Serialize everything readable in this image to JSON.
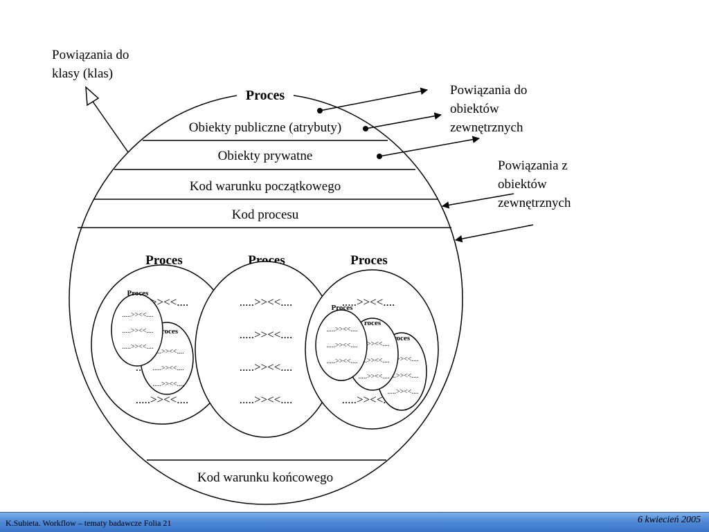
{
  "labels": {
    "class_link": [
      "Powiązania do",
      "klasy (klas)"
    ],
    "obj_link_top": [
      "Powiązania do",
      "obiektów",
      "zewnętrznych"
    ],
    "obj_link_bottom": [
      "Powiązania z",
      "obiektów",
      "zewnętrznych"
    ]
  },
  "process": {
    "title": "Proces",
    "sections": {
      "public": "Obiekty publiczne (atrybuty)",
      "private": "Obiekty prywatne",
      "start_condition": "Kod warunku początkowego",
      "body": "Kod procesu",
      "end_condition": "Kod warunku końcowego"
    }
  },
  "subprocesses": {
    "titles": [
      "Proces",
      "Proces",
      "Proces"
    ],
    "row_text": ".....>><<....",
    "mini_title": "Proces",
    "mini_row_text": ".....>><<....",
    "mini_partial_title": "roces"
  },
  "footer": {
    "left": "K.Subieta. Workflow – tematy badawcze Folia 21",
    "right": "6 kwiecień 2005"
  },
  "colors": {
    "footer_bar": "#4f8ad8"
  }
}
